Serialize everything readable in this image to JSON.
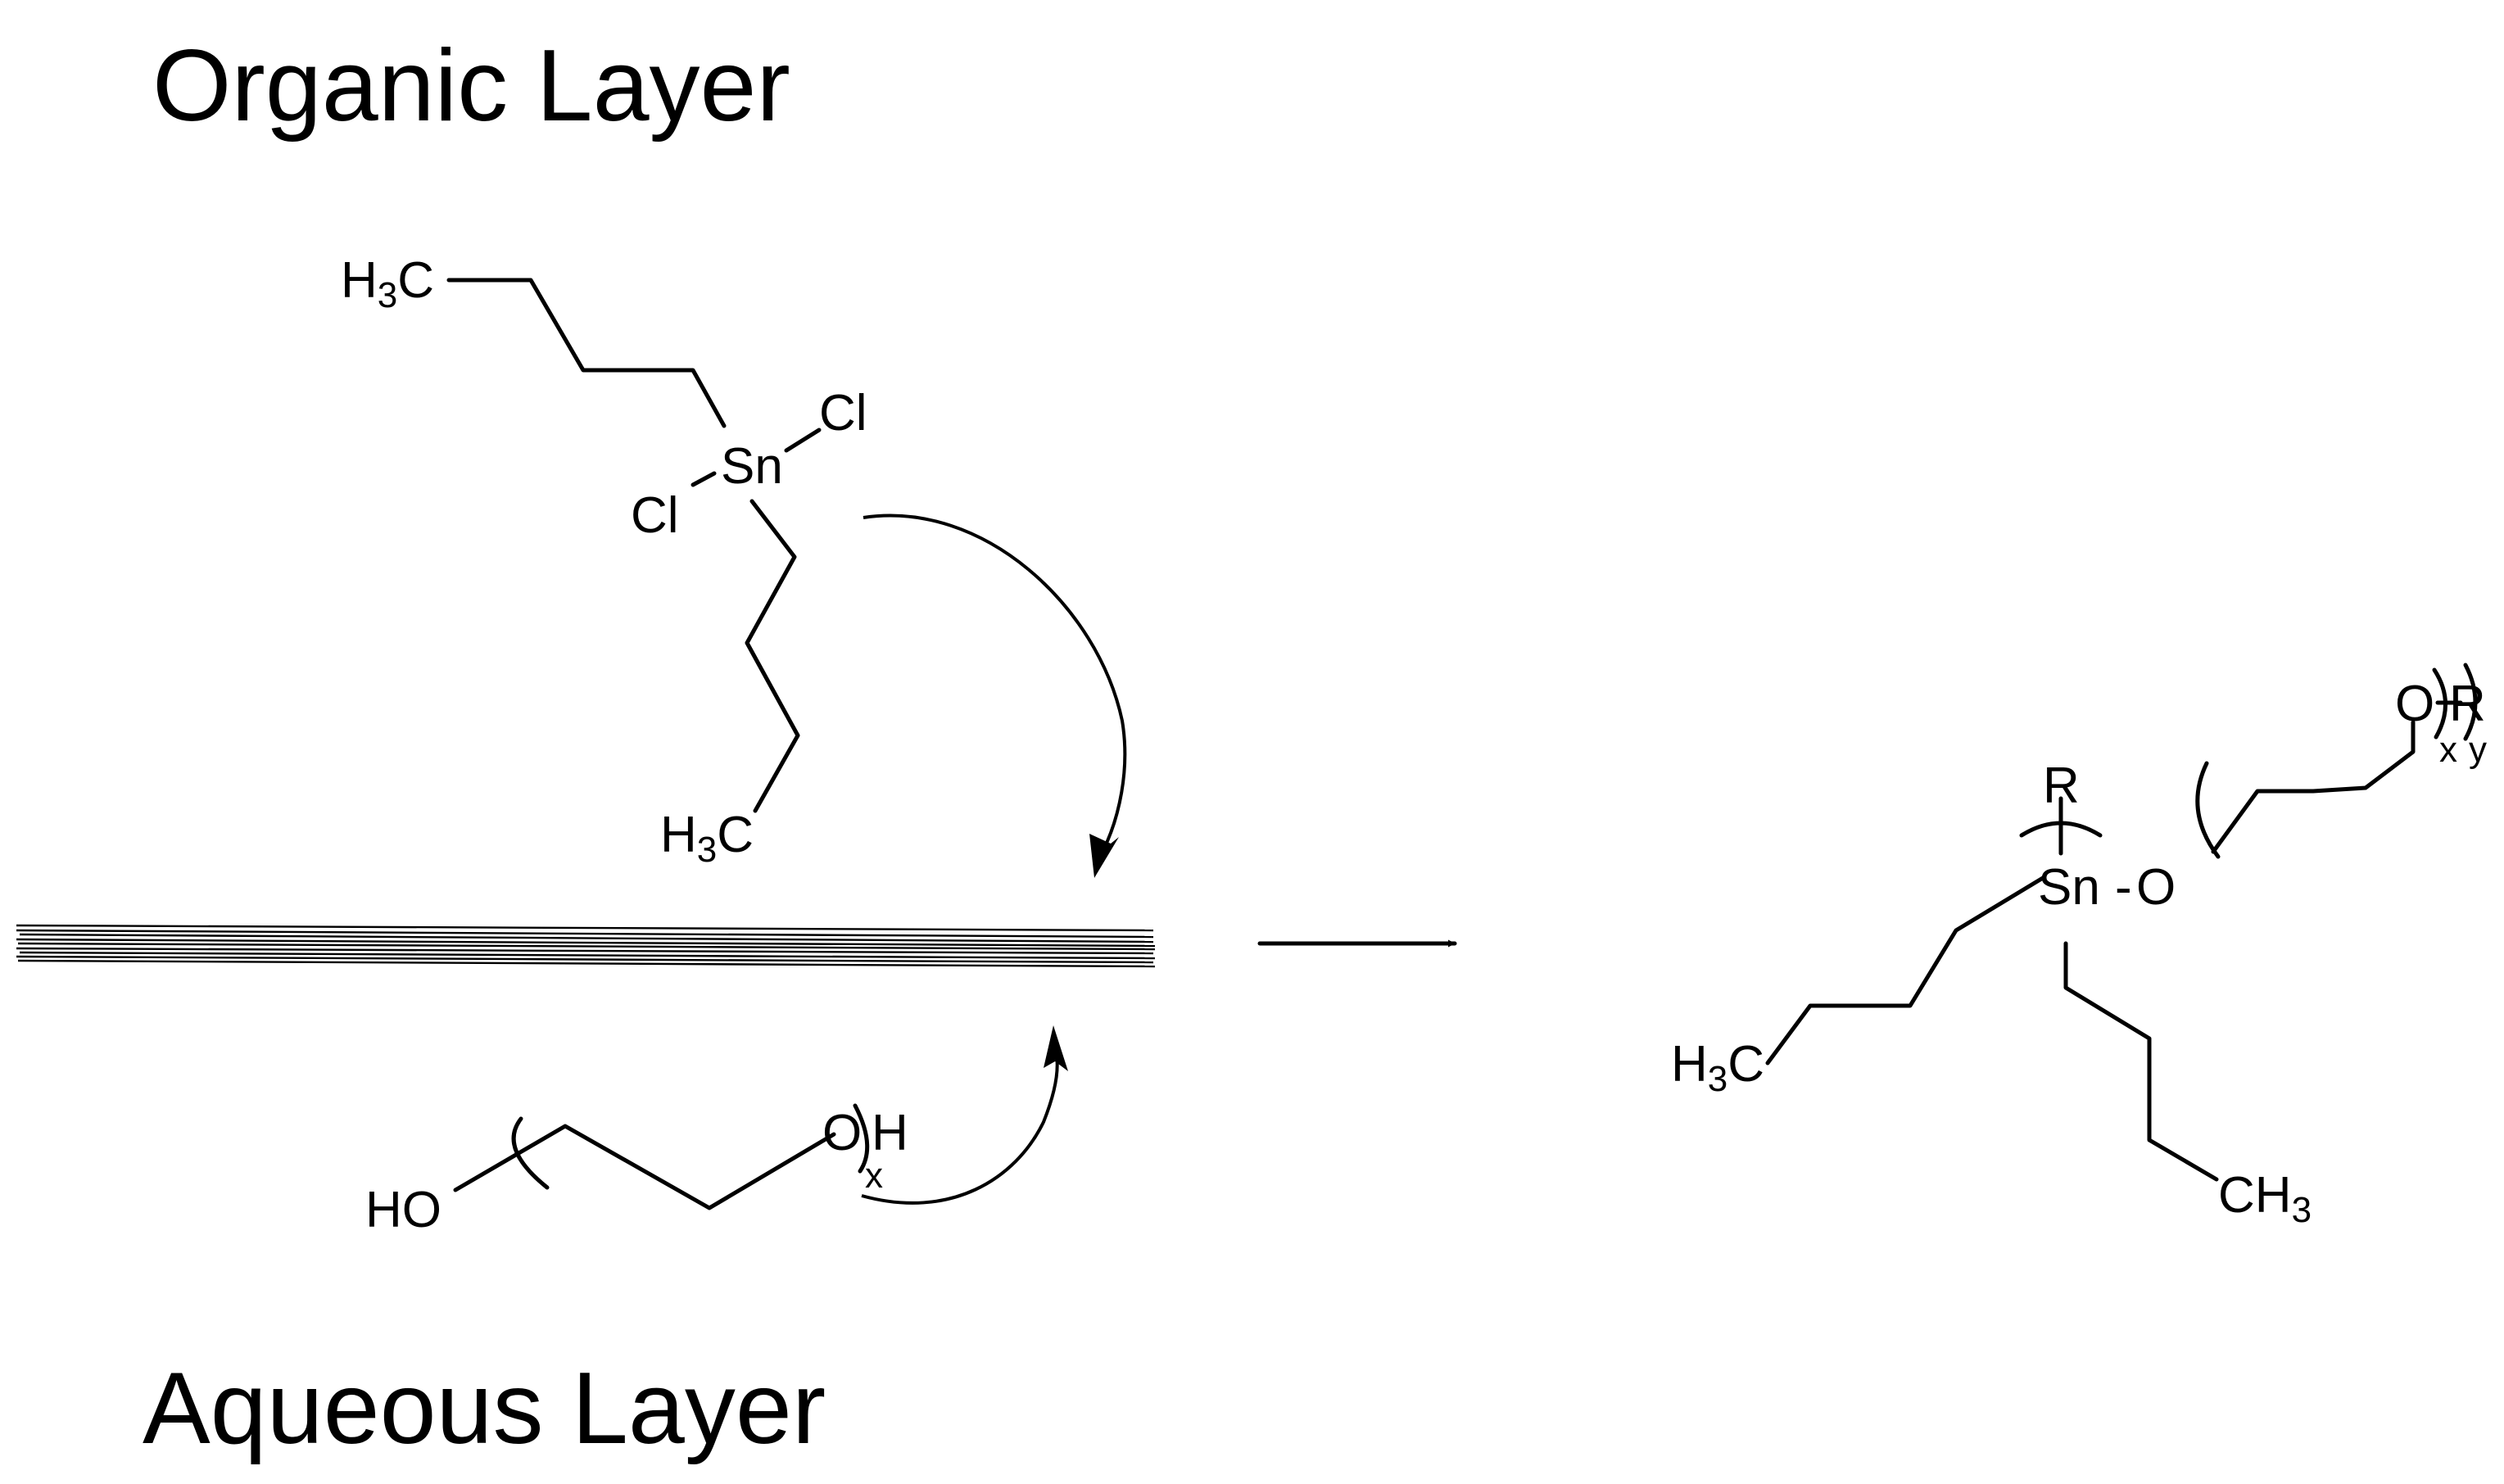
{
  "layers": {
    "organic": "Organic Layer",
    "aqueous": "Aqueous Layer"
  },
  "reactant_tin": {
    "methyl_top": {
      "main": "H",
      "sub": "3",
      "tail": "C"
    },
    "methyl_bottom": {
      "main": "H",
      "sub": "3",
      "tail": "C"
    },
    "tin": "Sn",
    "chloride_right": "Cl",
    "chloride_left": "Cl"
  },
  "reactant_peg": {
    "hydroxyl": "HO",
    "terminal_oxygen": "O",
    "terminal_hydrogen": "H",
    "repeat_index": "x"
  },
  "product": {
    "methyl_left": {
      "main": "H",
      "sub": "3",
      "tail": "C"
    },
    "methyl_right": {
      "main": "CH",
      "sub": "3"
    },
    "tin": "Sn",
    "dash": "-",
    "oxygen": "O",
    "r_top": "R",
    "oxygen_end": "O",
    "r_end": "R",
    "index_x": "x",
    "index_y": "y"
  },
  "colors": {
    "ink": "#000000",
    "background": "#ffffff"
  }
}
